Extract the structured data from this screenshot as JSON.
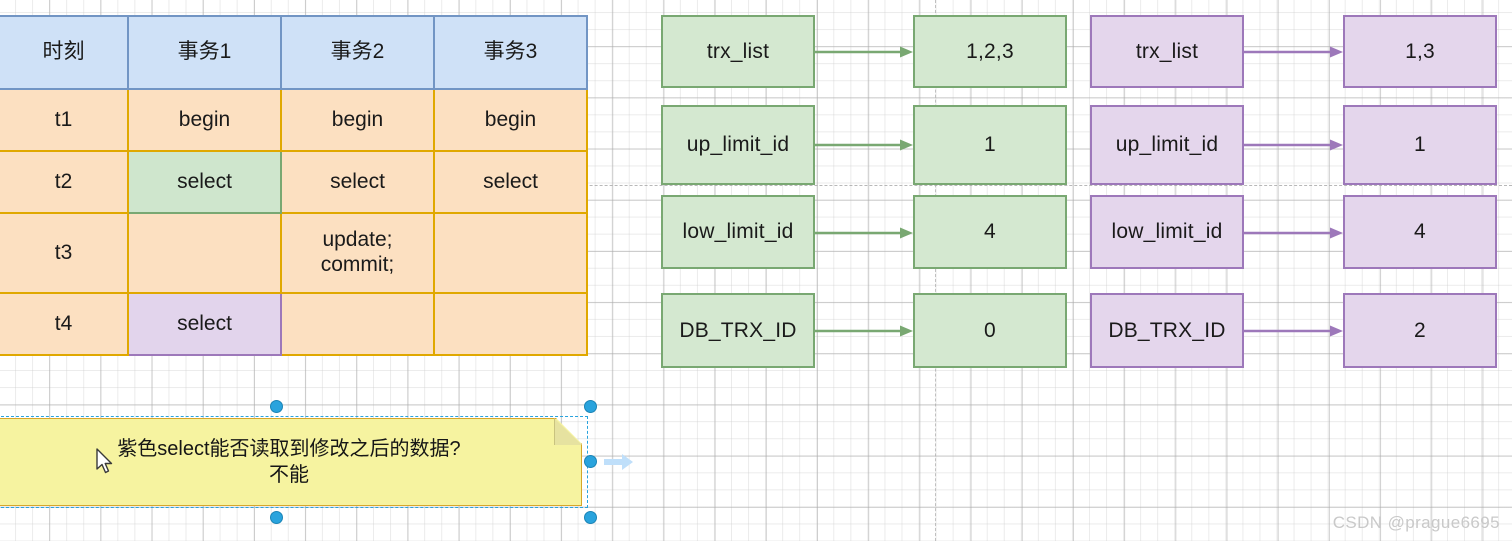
{
  "canvas": {
    "watermark": "CSDN @prague6695"
  },
  "transaction_table": {
    "headers": [
      "时刻",
      "事务1",
      "事务2",
      "事务3"
    ],
    "rows": [
      {
        "time": "t1",
        "trx1": "begin",
        "trx2": "begin",
        "trx3": "begin",
        "trx1_style": "plain",
        "trx2_style": "plain"
      },
      {
        "time": "t2",
        "trx1": "select",
        "trx2": "select",
        "trx3": "select",
        "trx1_style": "green",
        "trx2_style": "plain"
      },
      {
        "time": "t3",
        "trx1": "",
        "trx2": "update; commit;",
        "trx3": "",
        "trx1_style": "plain",
        "trx2_style": "plain"
      },
      {
        "time": "t4",
        "trx1": "select",
        "trx2": "",
        "trx3": "",
        "trx1_style": "purple",
        "trx2_style": "plain"
      }
    ],
    "t3_trx2_line1": "update;",
    "t3_trx2_line2": "commit;"
  },
  "read_view_green": {
    "accent": "#79a872",
    "fill": "#d4e8d0",
    "fields": [
      {
        "label": "trx_list",
        "value": "1,2,3"
      },
      {
        "label": "up_limit_id",
        "value": "1"
      },
      {
        "label": "low_limit_id",
        "value": "4"
      },
      {
        "label": "DB_TRX_ID",
        "value": "0"
      }
    ]
  },
  "read_view_purple": {
    "accent": "#9d78ba",
    "fill": "#e4d6ec",
    "fields": [
      {
        "label": "trx_list",
        "value": "1,3"
      },
      {
        "label": "up_limit_id",
        "value": "1"
      },
      {
        "label": "low_limit_id",
        "value": "4"
      },
      {
        "label": "DB_TRX_ID",
        "value": "2"
      }
    ]
  },
  "sticky_note": {
    "line1": "紫色select能否读取到修改之后的数据?",
    "line2": "不能",
    "fill": "#f6f3a0",
    "border": "#d6a72a",
    "selected": true,
    "selection_color": "#29a3dd"
  }
}
